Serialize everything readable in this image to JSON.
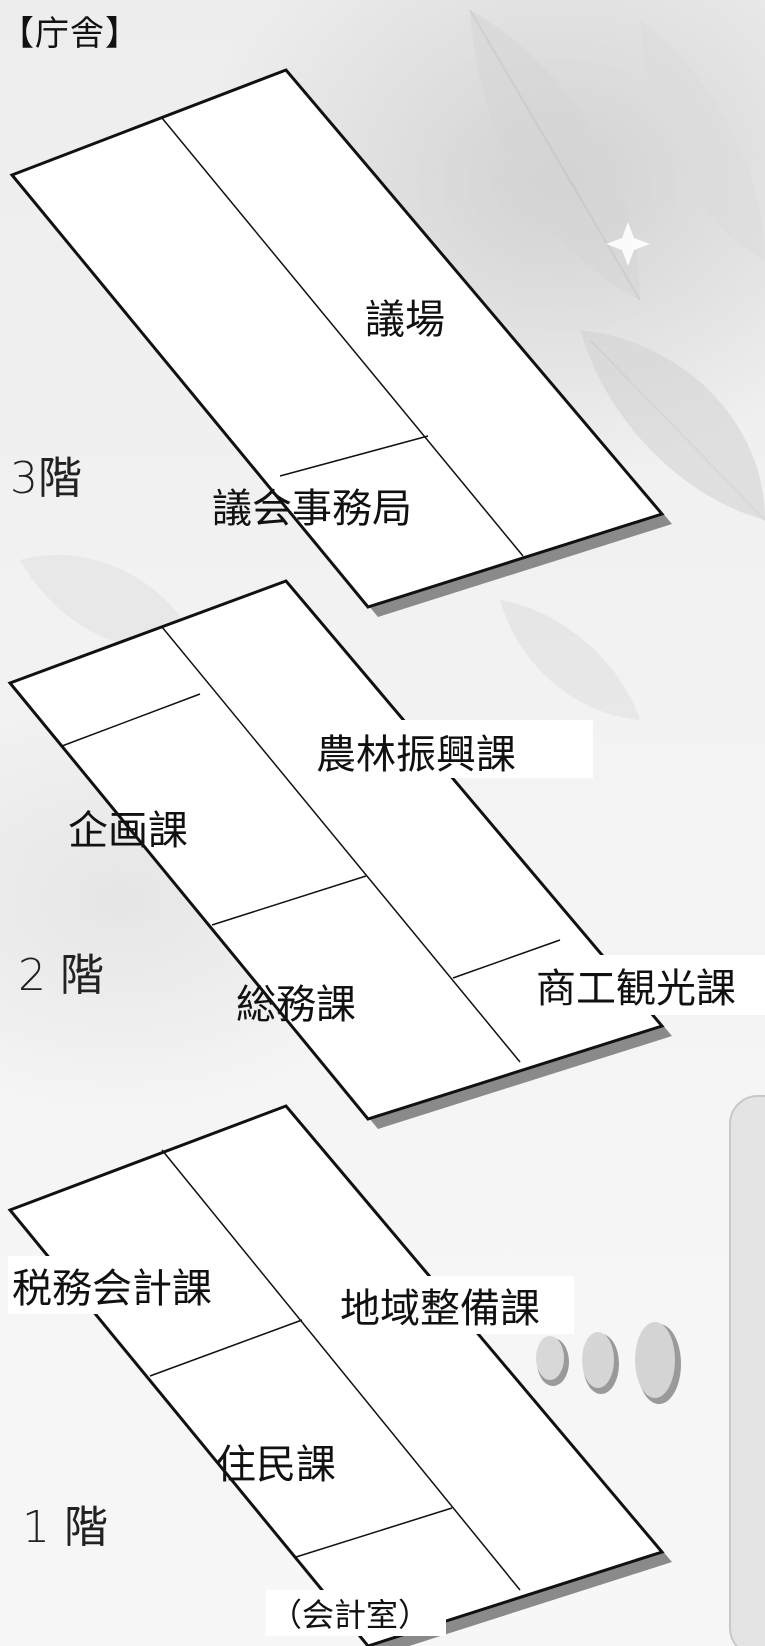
{
  "title": "【庁舎】",
  "floors": {
    "floor3": {
      "label": "3階",
      "rooms": {
        "gijo": "議場",
        "gikai_jimukyoku": "議会事務局"
      }
    },
    "floor2": {
      "label": "2 階",
      "rooms": {
        "norin_shinko": "農林振興課",
        "kikaku": "企画課",
        "somu": "総務課",
        "shoko_kanko": "商工観光課"
      }
    },
    "floor1": {
      "label": "1 階",
      "rooms": {
        "zeimu_kaikei": "税務会計課",
        "chiiki_seibi": "地域整備課",
        "jumin": "住民課",
        "kaikei_shitsu": "（会計室）"
      }
    }
  },
  "colors": {
    "floor_fill": "#ffffff",
    "outline": "#111111",
    "shadow": "#8a8a8a"
  }
}
